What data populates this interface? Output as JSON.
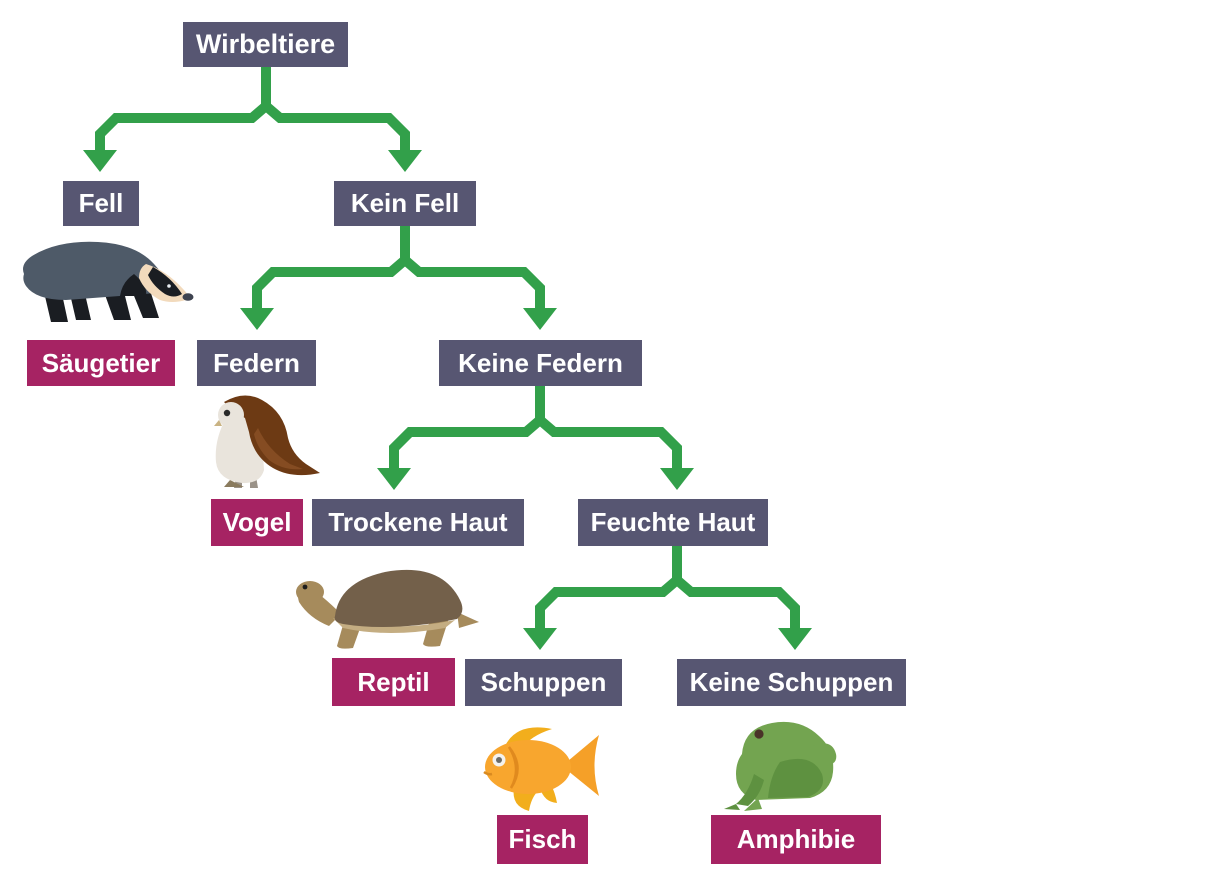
{
  "diagram_type": "dichotomous-classification-key",
  "colors": {
    "background": "#ffffff",
    "decision_box": "#575672",
    "class_box": "#a62363",
    "connector_green": "#32a04a",
    "label_text": "#ffffff"
  },
  "nodes": {
    "wirbeltiere": "Wirbeltiere",
    "fell": "Fell",
    "kein_fell": "Kein Fell",
    "saeugetier": "Säugetier",
    "federn": "Federn",
    "keine_federn": "Keine Federn",
    "vogel": "Vogel",
    "trockene_haut": "Trockene Haut",
    "feuchte_haut": "Feuchte Haut",
    "reptil": "Reptil",
    "schuppen": "Schuppen",
    "keine_schuppen": "Keine Schuppen",
    "fisch": "Fisch",
    "amphibie": "Amphibie"
  },
  "edges": [
    {
      "from": "Wirbeltiere",
      "branches": [
        "Fell",
        "Kein Fell"
      ]
    },
    {
      "from": "Kein Fell",
      "branches": [
        "Federn",
        "Keine Federn"
      ]
    },
    {
      "from": "Keine Federn",
      "branches": [
        "Trockene Haut",
        "Feuchte Haut"
      ]
    },
    {
      "from": "Feuchte Haut",
      "branches": [
        "Schuppen",
        "Keine Schuppen"
      ]
    }
  ],
  "results": [
    {
      "trait": "Fell",
      "class": "Säugetier",
      "animal": "badger"
    },
    {
      "trait": "Federn",
      "class": "Vogel",
      "animal": "owl"
    },
    {
      "trait": "Trockene Haut",
      "class": "Reptil",
      "animal": "turtle"
    },
    {
      "trait": "Schuppen",
      "class": "Fisch",
      "animal": "goldfish"
    },
    {
      "trait": "Keine Schuppen",
      "class": "Amphibie",
      "animal": "frog"
    }
  ]
}
